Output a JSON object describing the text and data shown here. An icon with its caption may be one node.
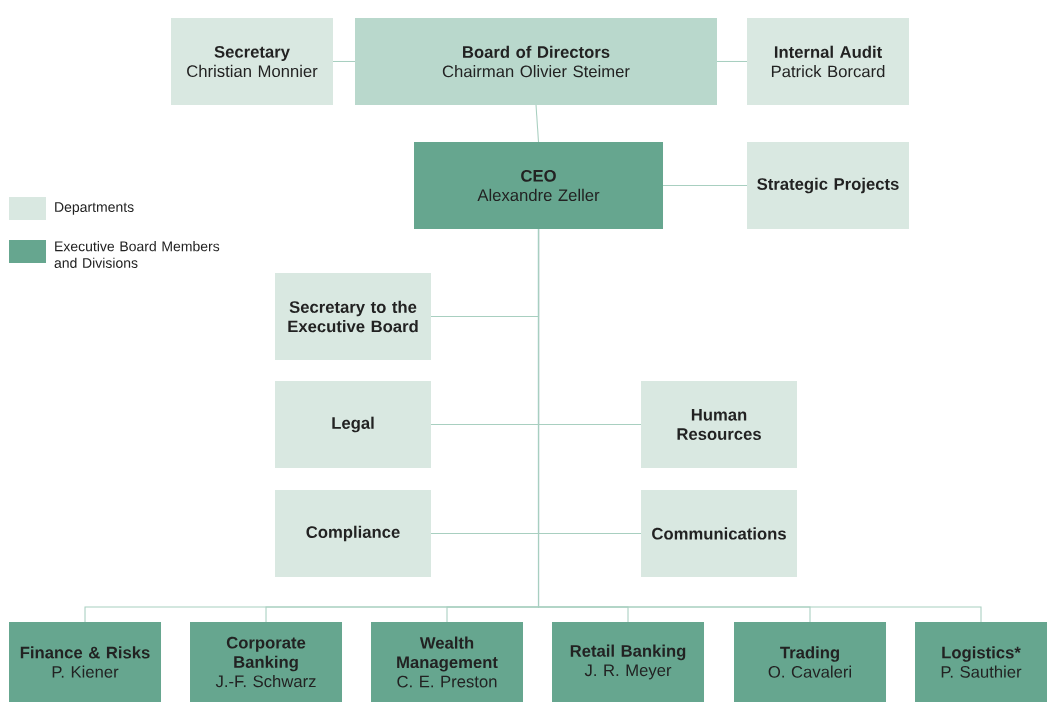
{
  "diagram": {
    "nodes": [
      {
        "text": [
          "Board of Directors",
          "Chairman Olivier Steimer"
        ]
      },
      {
        "text": [
          "Secretary",
          "Christian Monnier"
        ]
      },
      {
        "text": [
          "Internal Audit",
          "Patrick Borcard"
        ]
      },
      {
        "text": [
          "CEO",
          "Alexandre Zeller"
        ]
      },
      {
        "text": [
          "Strategic Projects"
        ]
      },
      {
        "text": [
          "Secretary to the Executive Board"
        ]
      },
      {
        "text": [
          "Legal"
        ]
      },
      {
        "text": [
          "Human Resources"
        ]
      },
      {
        "text": [
          "Compliance"
        ]
      },
      {
        "text": [
          "Communications"
        ]
      },
      {
        "text": [
          "Finance & Risks",
          "P. Kiener"
        ]
      },
      {
        "text": [
          "Corporate Banking",
          "J.-F. Schwarz"
        ]
      },
      {
        "text": [
          "Wealth Management",
          "C. E. Preston"
        ]
      },
      {
        "text": [
          "Retail Banking",
          "J. R. Meyer"
        ]
      },
      {
        "text": [
          "Trading",
          "O. Cavaleri"
        ]
      },
      {
        "text": [
          "Logistics*",
          "P. Sauthier"
        ]
      }
    ],
    "edges": [
      {
        "from": 1,
        "to": 0,
        "arrow": "none"
      },
      {
        "from": 0,
        "to": 2,
        "arrow": "none"
      },
      {
        "from": 0,
        "to": 3,
        "arrow": "none"
      },
      {
        "from": 3,
        "to": 4,
        "arrow": "none"
      },
      {
        "from": 3,
        "to": 5,
        "arrow": "none"
      },
      {
        "from": 3,
        "to": 6,
        "arrow": "none"
      },
      {
        "from": 3,
        "to": 7,
        "arrow": "none"
      },
      {
        "from": 3,
        "to": 8,
        "arrow": "none"
      },
      {
        "from": 3,
        "to": 9,
        "arrow": "none"
      },
      {
        "from": 3,
        "to": 10,
        "arrow": "none"
      },
      {
        "from": 3,
        "to": 11,
        "arrow": "none"
      },
      {
        "from": 3,
        "to": 12,
        "arrow": "none"
      },
      {
        "from": 3,
        "to": 13,
        "arrow": "none"
      },
      {
        "from": 3,
        "to": 14,
        "arrow": "none"
      },
      {
        "from": 3,
        "to": 15,
        "arrow": "none"
      }
    ],
    "legend": [
      {
        "text": "Departments",
        "color": "#d9e8e1"
      },
      {
        "text": "Executive Board Members and Divisions",
        "color": "#66a68f"
      }
    ]
  }
}
